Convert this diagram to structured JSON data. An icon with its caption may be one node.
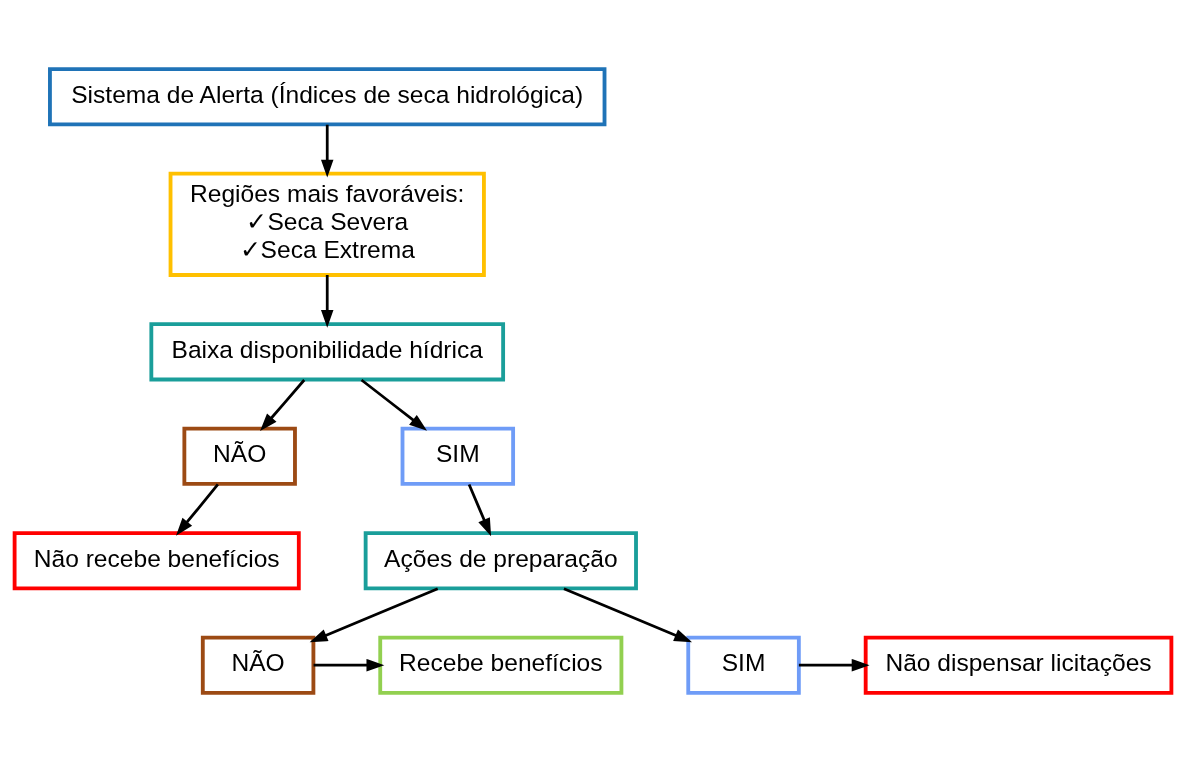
{
  "diagram": {
    "nodes": [
      {
        "text": [
          "Sistema de Alerta (Índices de seca hidrológica)"
        ]
      },
      {
        "text": [
          "Regiões mais favoráveis:",
          "✓Seca Severa",
          "✓Seca Extrema"
        ]
      },
      {
        "text": [
          "Baixa disponibilidade hídrica"
        ]
      },
      {
        "text": [
          "NÃO"
        ]
      },
      {
        "text": [
          "SIM"
        ]
      },
      {
        "text": [
          "Não recebe benefícios"
        ]
      },
      {
        "text": [
          "Ações de preparação"
        ]
      },
      {
        "text": [
          "NÃO"
        ]
      },
      {
        "text": [
          "SIM"
        ]
      },
      {
        "text": [
          "Recebe benefícios"
        ]
      },
      {
        "text": [
          "Não dispensar licitações"
        ]
      }
    ],
    "edges": [
      {
        "from": 0,
        "to": 1,
        "arrow": "to"
      },
      {
        "from": 1,
        "to": 2,
        "arrow": "to"
      },
      {
        "from": 2,
        "to": 3,
        "arrow": "to"
      },
      {
        "from": 2,
        "to": 4,
        "arrow": "to"
      },
      {
        "from": 3,
        "to": 5,
        "arrow": "to"
      },
      {
        "from": 4,
        "to": 6,
        "arrow": "to"
      },
      {
        "from": 6,
        "to": 7,
        "arrow": "to"
      },
      {
        "from": 6,
        "to": 8,
        "arrow": "to"
      },
      {
        "from": 7,
        "to": 9,
        "arrow": "to"
      },
      {
        "from": 8,
        "to": 10,
        "arrow": "to"
      }
    ]
  }
}
